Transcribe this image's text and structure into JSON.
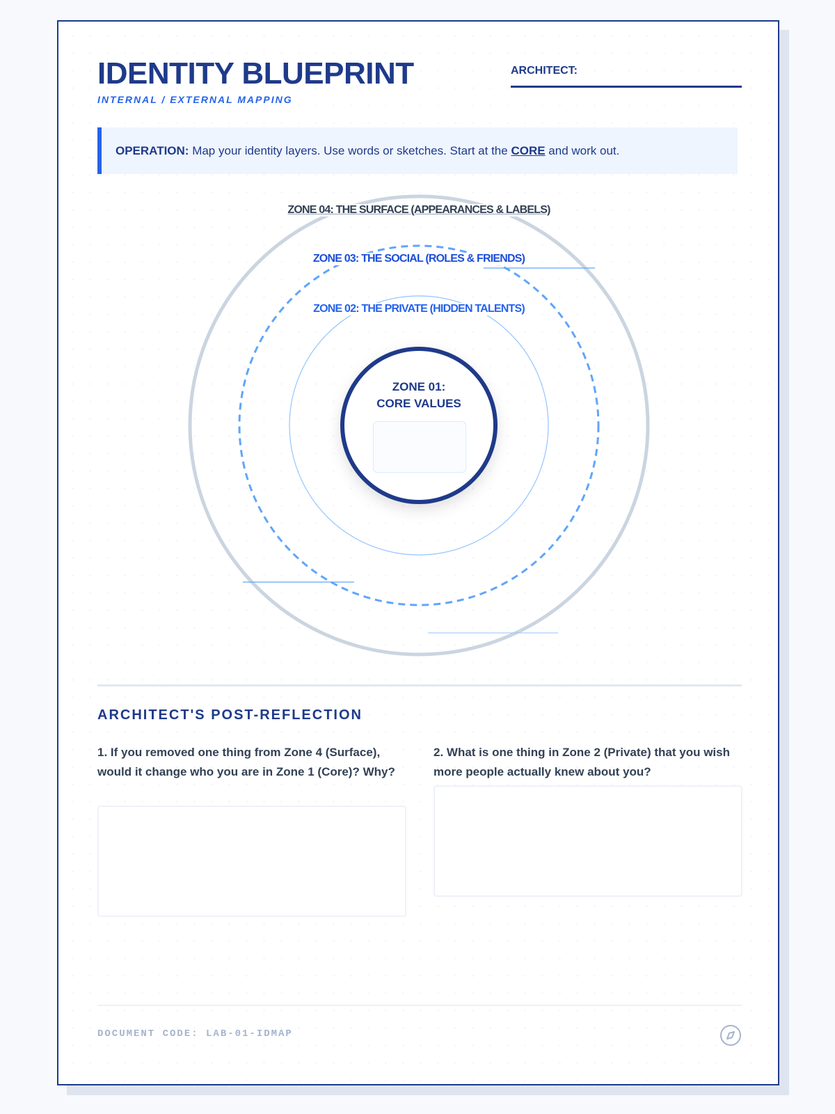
{
  "header": {
    "title": "IDENTITY BLUEPRINT",
    "subtitle": "INTERNAL / EXTERNAL MAPPING",
    "architect_label": "ARCHITECT:"
  },
  "operation": {
    "label": "OPERATION:",
    "text_before": " Map your identity layers. Use words or sketches. Start at the ",
    "core_word": "CORE",
    "text_after": " and work out."
  },
  "zones": {
    "zone04": "ZONE 04: THE SURFACE (APPEARANCES & LABELS)",
    "zone03": "ZONE 03: THE SOCIAL (ROLES & FRIENDS)",
    "zone02": "ZONE 02: THE PRIVATE (HIDDEN TALENTS)",
    "zone01_line1": "ZONE 01:",
    "zone01_line2": "CORE VALUES"
  },
  "reflection": {
    "heading": "ARCHITECT'S POST-REFLECTION",
    "q1": "1. If you removed one thing from Zone 4 (Surface), would it change who you are in Zone 1 (Core)? Why?",
    "q2": "2. What is one thing in Zone 2 (Private) that you wish more people actually knew about you?"
  },
  "footer": {
    "doc_code": "DOCUMENT CODE: LAB-01-IDMAP",
    "icon": "compass-icon"
  },
  "colors": {
    "navy": "#1e3a8a",
    "blue": "#2563eb",
    "light_blue": "#60a5fa",
    "grey_ring": "#cbd5e1"
  }
}
